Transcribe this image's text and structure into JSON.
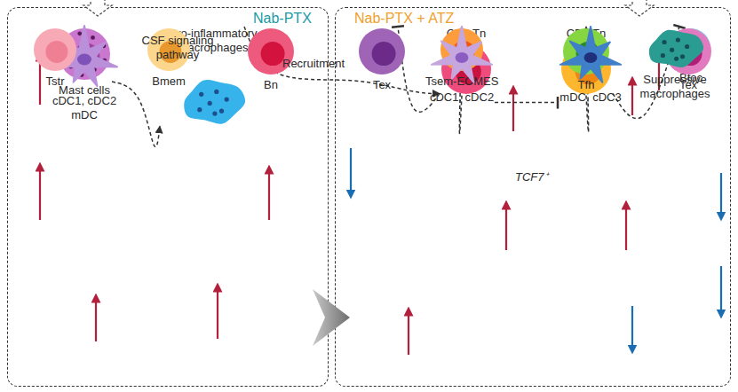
{
  "diagram": {
    "nodes": [
      {
        "text": [
          "Nab-PTX"
        ]
      },
      {
        "text": [
          "Mast cells"
        ],
        "in": 0
      },
      {
        "text": [
          "Pro-inflammatory macrophages"
        ],
        "in": 0
      },
      {
        "text": [
          "cDC1, cDC2 mDC"
        ],
        "in": 0
      },
      {
        "text": [
          "Tstr"
        ],
        "in": 0
      },
      {
        "text": [
          "Bmem"
        ],
        "in": 0
      },
      {
        "text": [
          "Bn"
        ],
        "in": 0
      },
      {
        "text": [
          "Nab-PTX + ATZ"
        ]
      },
      {
        "text": [
          "CD8 Tn"
        ],
        "in": 7
      },
      {
        "text": [
          "CD4 Tn"
        ],
        "in": 7
      },
      {
        "text": [
          "Bfoc"
        ],
        "in": 7
      },
      {
        "text": [
          "Tex"
        ],
        "in": 7
      },
      {
        "text": [
          "Tsem-EOMES"
        ],
        "in": 7
      },
      {
        "text": [
          "Tfh"
        ],
        "in": 7
      },
      {
        "text": [
          "Tex"
        ],
        "in": 7
      },
      {
        "text": [
          "Suppressive macrophages"
        ],
        "in": 7
      },
      {
        "text": [
          "cDC1, cDC2"
        ],
        "in": 7
      },
      {
        "text": [
          "mDC, cDC3"
        ],
        "in": 7
      }
    ],
    "edges": [
      {
        "from": 1,
        "to": 2,
        "arrow": "to",
        "label": "CSF signaling pathway"
      },
      {
        "from": 2,
        "to": 8,
        "arrow": "to",
        "label": "Recruitment"
      },
      {
        "from": 8,
        "to": 11,
        "arrow": "to"
      },
      {
        "from": 8,
        "to": 12,
        "arrow": "to"
      },
      {
        "from": 9,
        "to": 13,
        "arrow": "to"
      },
      {
        "from": 9,
        "to": 14,
        "arrow": "to"
      },
      {
        "from": 16,
        "to": 17,
        "arrow": "to"
      }
    ],
    "labels": [
      "TCF7⁺"
    ]
  }
}
